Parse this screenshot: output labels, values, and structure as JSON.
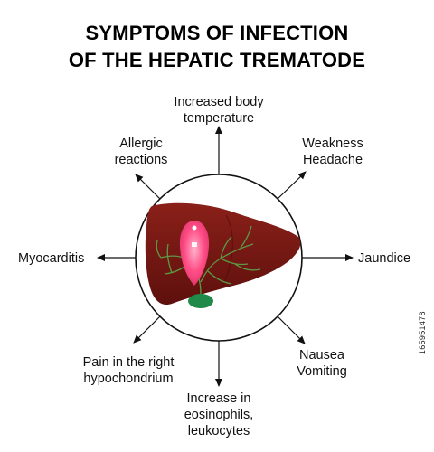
{
  "title_line1": "SYMPTOMS OF INFECTION",
  "title_line2": "OF THE HEPATIC TREMATODE",
  "symptoms": {
    "top": [
      "Increased body",
      "temperature"
    ],
    "top_right": [
      "Weakness",
      "Headache"
    ],
    "right": "Jaundice",
    "bottom_right": [
      "Nausea",
      "Vomiting"
    ],
    "bottom": [
      "Increase in",
      "eosinophils,",
      "leukocytes"
    ],
    "bottom_left": [
      "Pain in the right",
      "hypochondrium"
    ],
    "left": "Myocarditis",
    "top_left": [
      "Allergic",
      "reactions"
    ]
  },
  "stock_id": "165951478",
  "colors": {
    "liver": "#7a1a16",
    "liver_shade": "#5e100d",
    "parasite": "#ff4f87",
    "bile_ducts": "#4f8f3e",
    "gallbladder": "#1f8a4a"
  }
}
